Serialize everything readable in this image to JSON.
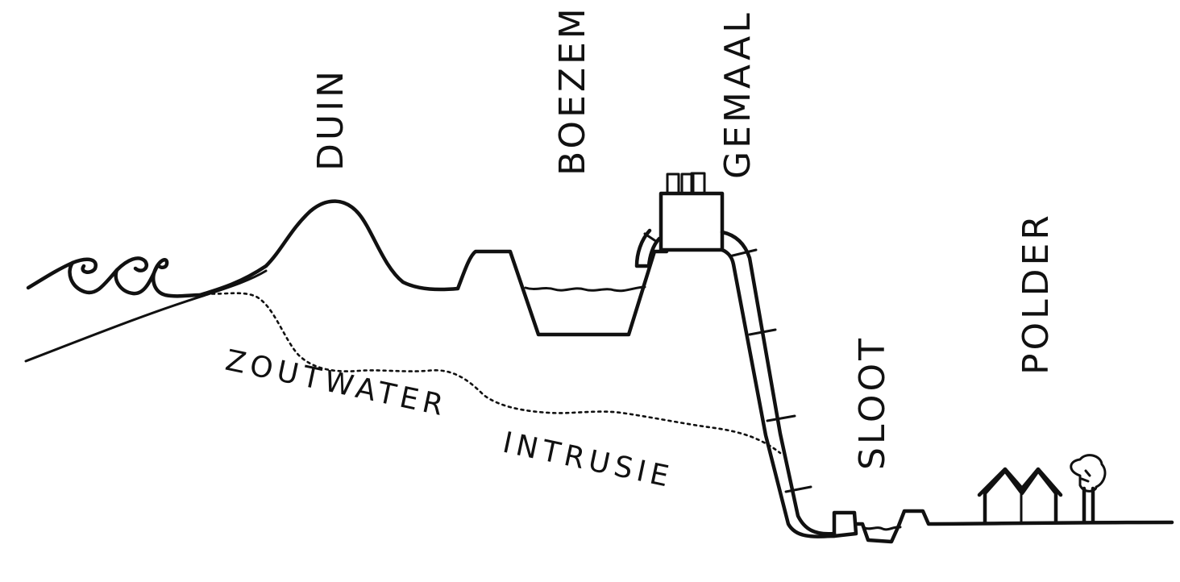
{
  "labels": {
    "duin": "DUIN",
    "boezem": "BOEZEM",
    "gemaal": "GEMAAL",
    "sloot": "SLOOT",
    "polder": "POLDER",
    "zoutwater": "ZOUTWATER",
    "intrusie": "INTRUSIE"
  },
  "colors": {
    "ink": "#111111",
    "background": "#ffffff"
  },
  "icons": {
    "sea": "waves-icon",
    "pump": "pumping-station-icon",
    "houses": "house-icon",
    "tree": "tree-icon"
  }
}
